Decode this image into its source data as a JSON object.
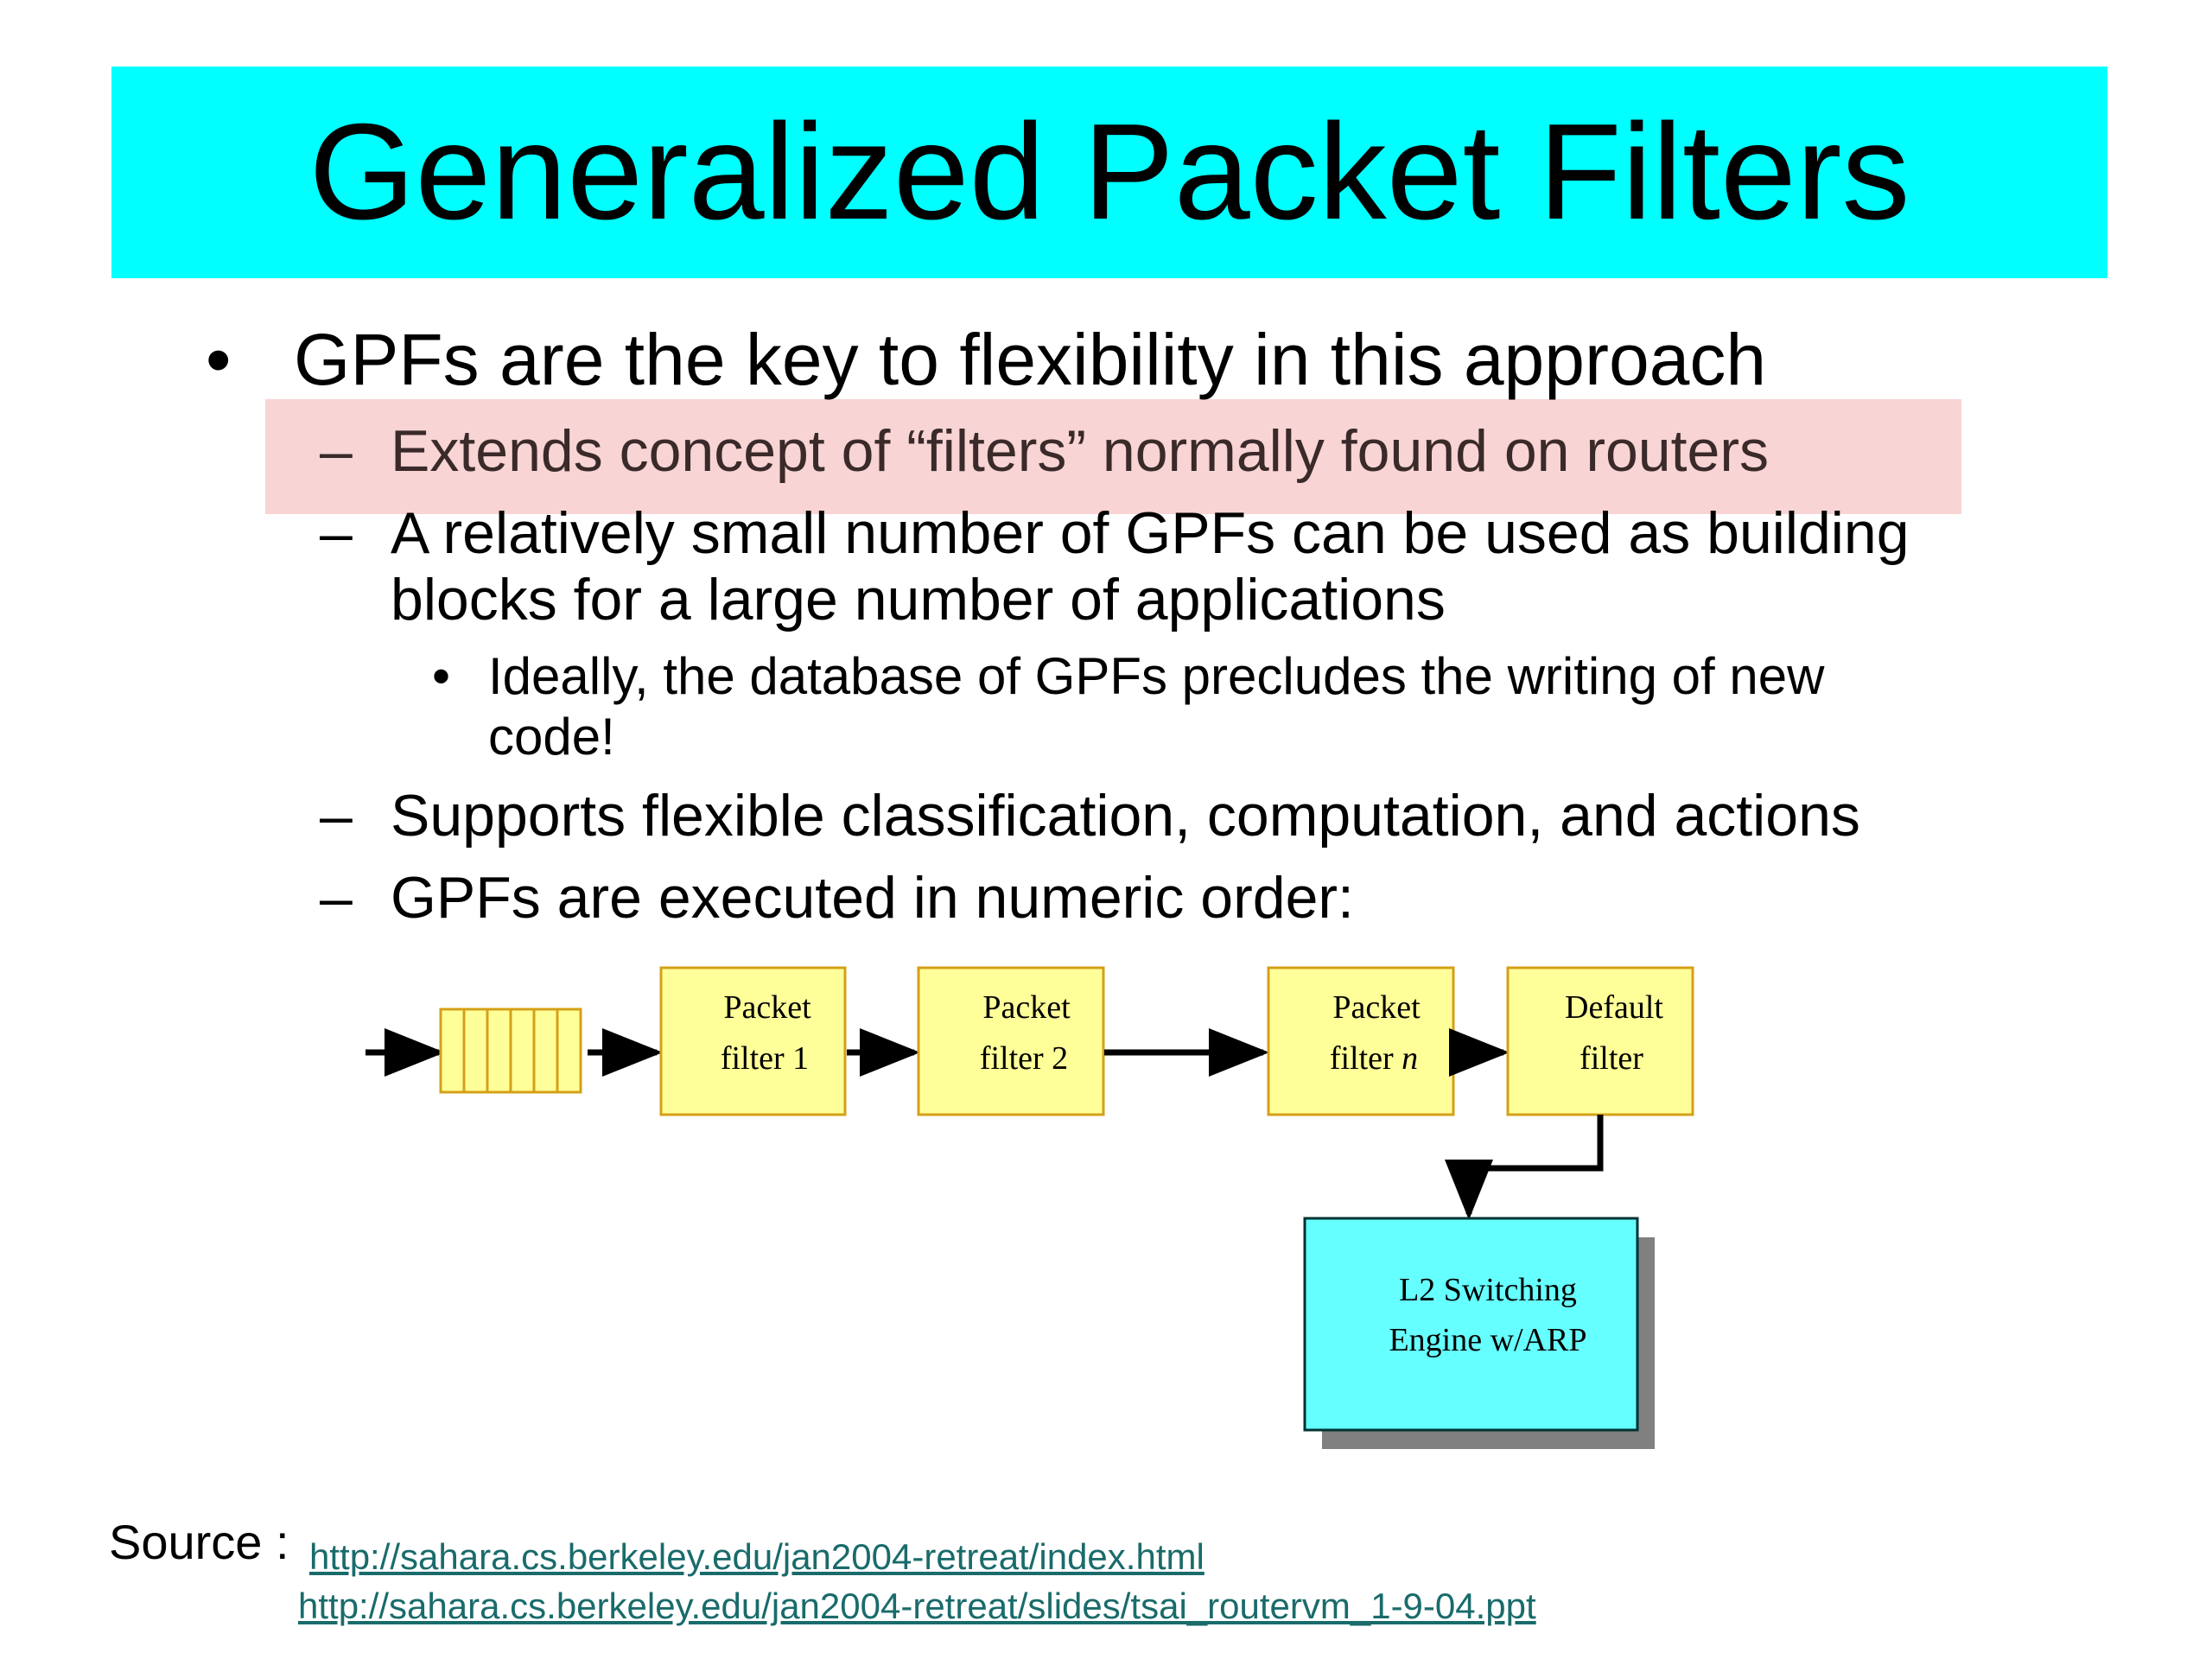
{
  "title": "Generalized Packet Filters",
  "bullets": {
    "b1": "GPFs are the key to flexibility in this approach",
    "s1": "Extends concept of “filters” normally found on routers",
    "s2_line1": "A relatively small number of GPFs can be used as building",
    "s2_line2": "blocks for a large number of applications",
    "ss1_line1": "Ideally, the database of GPFs precludes the writing of new",
    "ss1_line2": "code!",
    "s3": "Supports flexible classification, computation, and actions",
    "s4": "GPFs are executed in numeric order:",
    "bullet_glyph": "•",
    "dash_glyph": "–"
  },
  "diagram": {
    "filter1": {
      "line1": "Packet",
      "line2": "filter 1"
    },
    "filter2": {
      "line1": "Packet",
      "line2": "filter 2"
    },
    "filtern": {
      "line1": "Packet",
      "line2": "filter",
      "n": "n"
    },
    "default": {
      "line1": "Default",
      "line2": "filter"
    },
    "engine": {
      "line1": "L2 Switching",
      "line2": "Engine w/ARP"
    },
    "colors": {
      "filter_fill": "#ffff99",
      "filter_border": "#d4a017",
      "engine_fill": "#66ffff",
      "shadow": "#808080"
    }
  },
  "source": {
    "label": "Source :",
    "link1": "http://sahara.cs.berkeley.edu/jan2004-retreat/index.html",
    "link2": "http://sahara.cs.berkeley.edu/jan2004-retreat/slides/tsai_routervm_1-9-04.ppt"
  }
}
